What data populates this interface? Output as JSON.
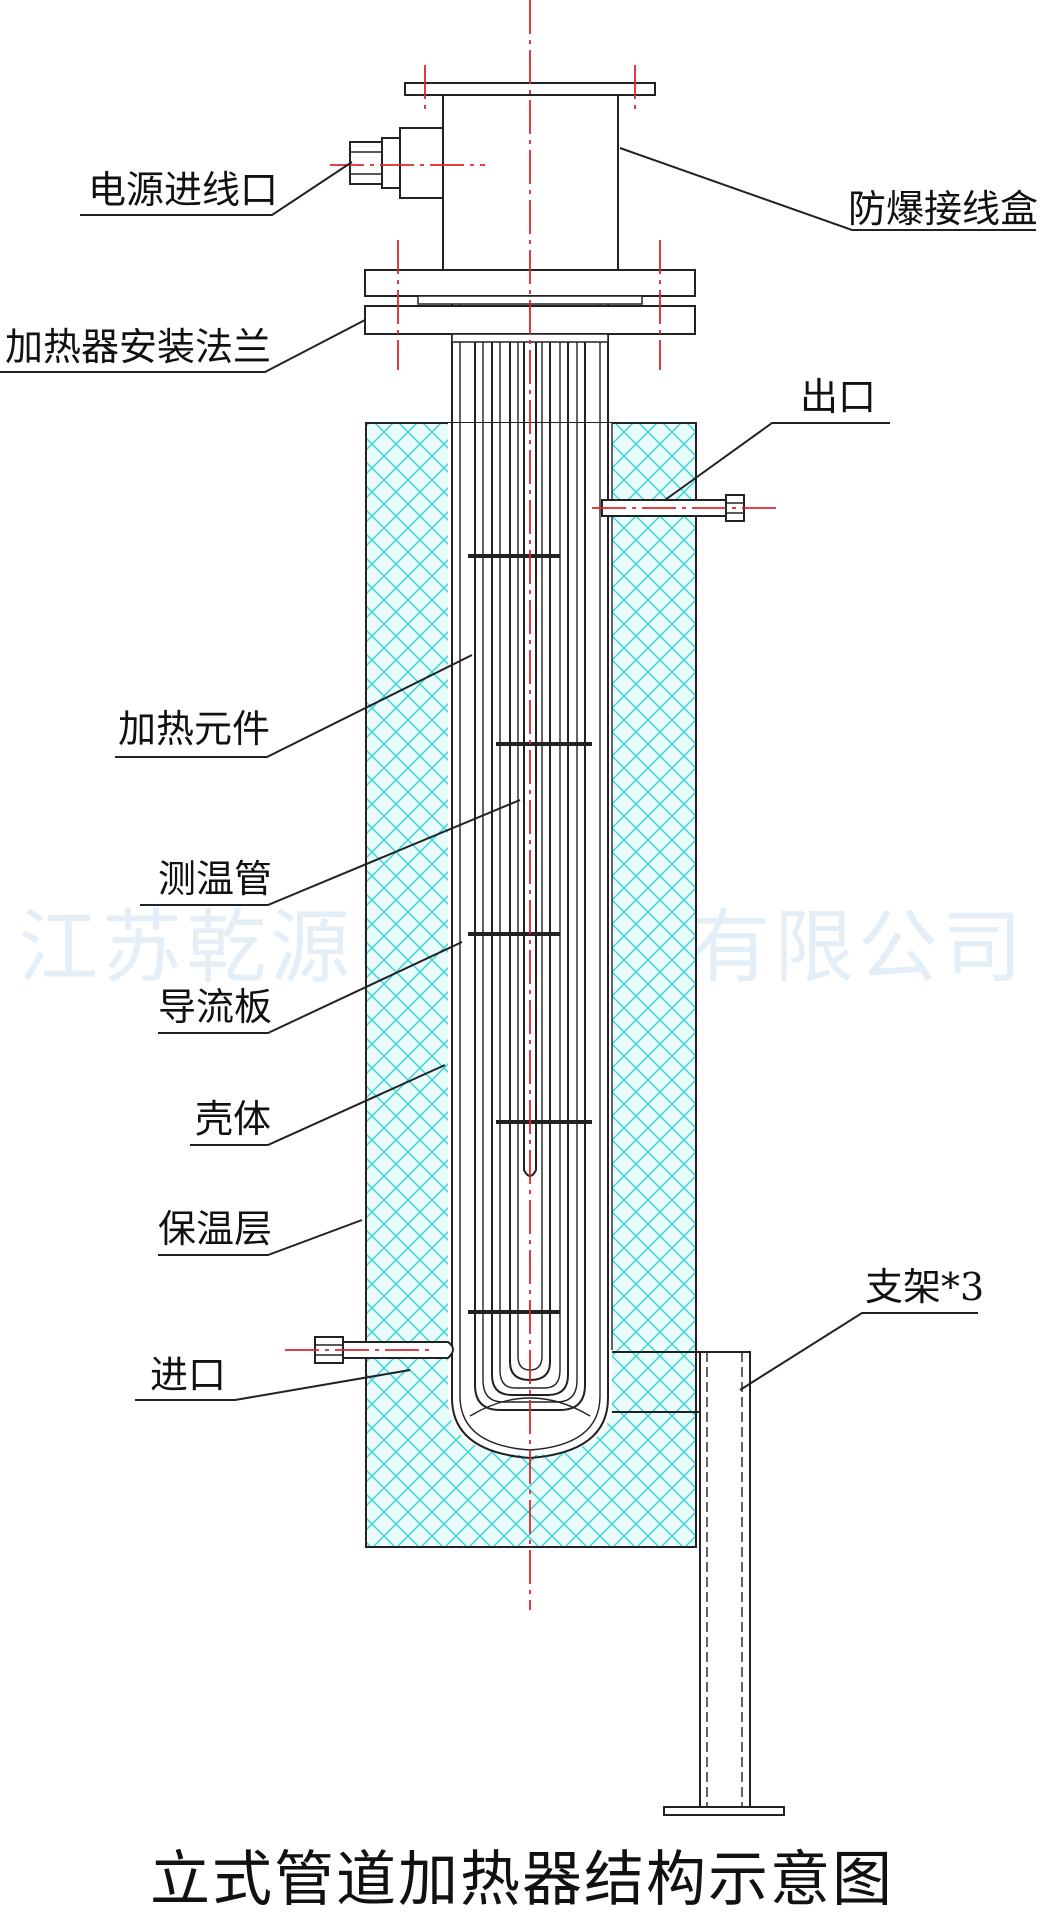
{
  "diagram": {
    "title": "立式管道加热器结构示意图",
    "watermark": "江苏乾源电热科技有限公司",
    "labels": {
      "power_inlet": "电源进线口",
      "junction_box": "防爆接线盒",
      "flange": "加热器安装法兰",
      "outlet": "出口",
      "heating_element": "加热元件",
      "thermo_tube": "测温管",
      "baffle": "导流板",
      "shell": "壳体",
      "insulation": "保温层",
      "support": "支架*3",
      "inlet": "进口"
    },
    "colors": {
      "insulation_hatch": "#36d6d6",
      "center_line": "#e0242a",
      "outline": "#222222",
      "watermark": "#cfe1f2"
    }
  }
}
